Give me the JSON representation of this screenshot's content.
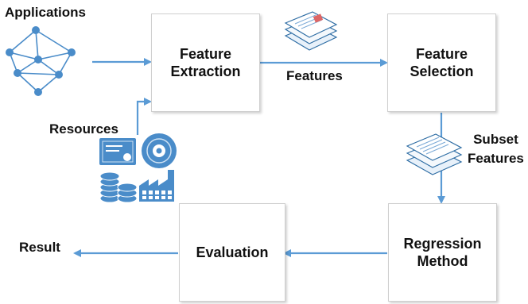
{
  "diagram": {
    "nodes": {
      "feature_extraction": {
        "line1": "Feature",
        "line2": "Extraction"
      },
      "feature_selection": {
        "line1": "Feature",
        "line2": "Selection"
      },
      "regression_method": {
        "line1": "Regression",
        "line2": "Method"
      },
      "evaluation": {
        "line1": "Evaluation"
      }
    },
    "labels": {
      "applications": "Applications",
      "resources": "Resources",
      "features": "Features",
      "subset_line1": "Subset",
      "subset_line2": "Features",
      "result": "Result"
    },
    "edges": [
      {
        "from": "Applications",
        "to": "Feature Extraction"
      },
      {
        "from": "Resources",
        "to": "Feature Extraction"
      },
      {
        "from": "Feature Extraction",
        "to": "Feature Selection",
        "label": "Features"
      },
      {
        "from": "Feature Selection",
        "to": "Regression Method",
        "label": "Subset Features"
      },
      {
        "from": "Regression Method",
        "to": "Evaluation"
      },
      {
        "from": "Evaluation",
        "to": "Result"
      }
    ],
    "colors": {
      "arrow": "#5b9bd5",
      "icon_fill": "#4a8cc9",
      "icon_dark": "#2e6da4",
      "box_border": "#cfcfcf"
    },
    "icons": [
      "network-graph-icon",
      "documents-stack-icon",
      "certificate-icon",
      "disc-icon",
      "database-icon",
      "factory-icon"
    ]
  }
}
